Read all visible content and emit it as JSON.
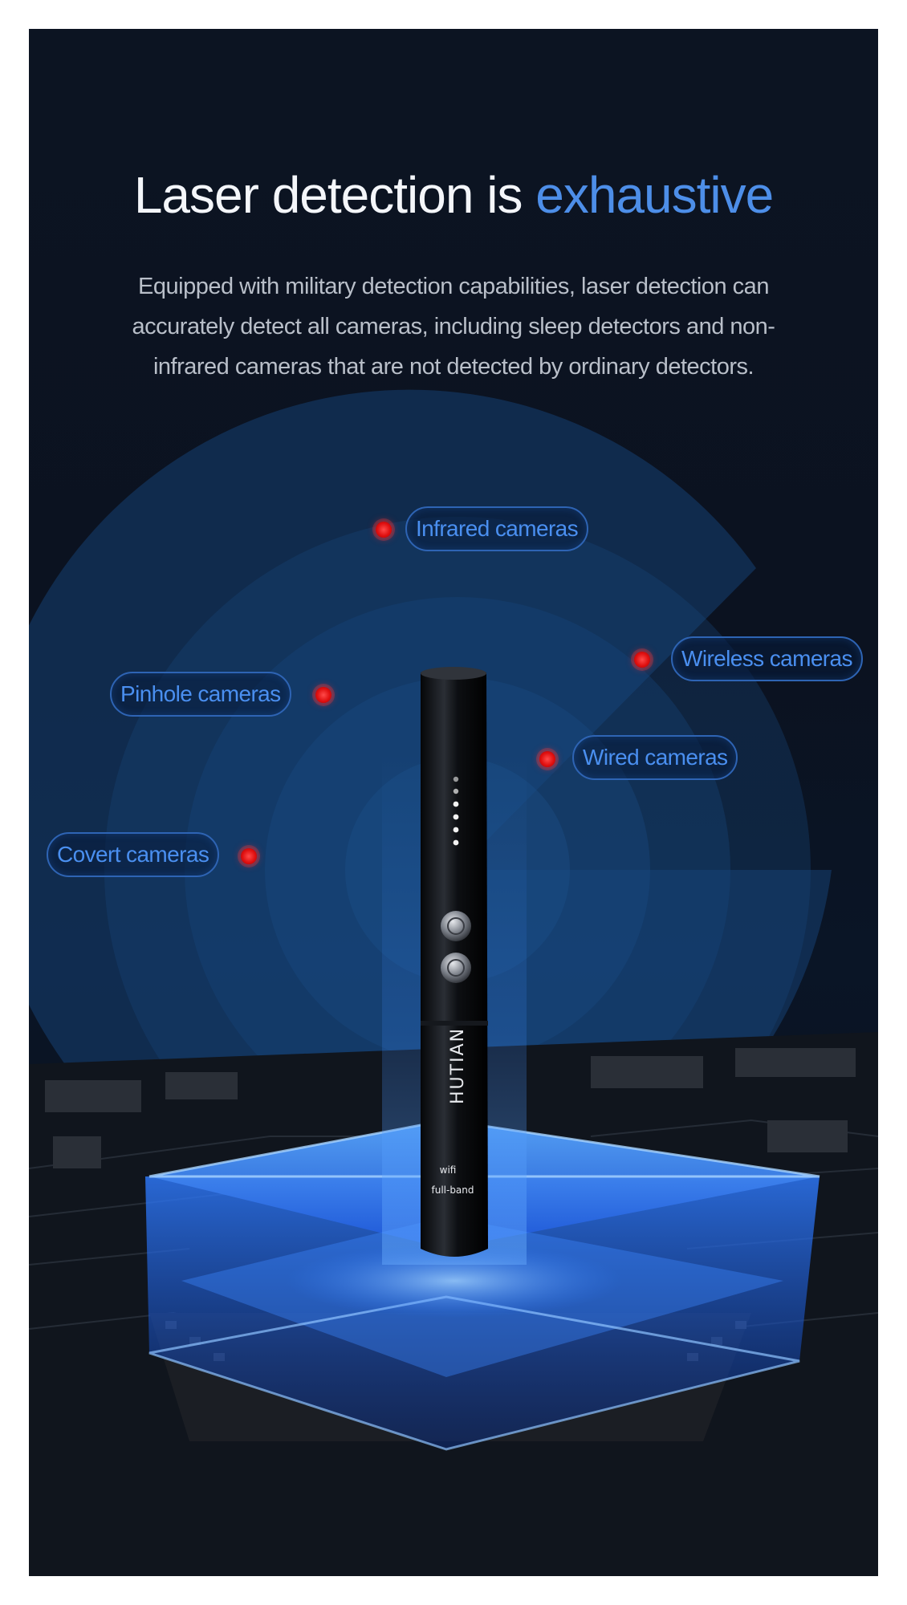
{
  "headline": {
    "main": "Laser detection is",
    "accent": "exhaustive"
  },
  "description": "Equipped with military detection capabilities, laser detection can accurately detect all cameras, including sleep detectors and non-infrared cameras that are not detected by ordinary detectors.",
  "camera_labels": {
    "infrared": "Infrared cameras",
    "wireless": "Wireless cameras",
    "pinhole": "Pinhole cameras",
    "wired": "Wired cameras",
    "covert": "Covert cameras"
  },
  "device": {
    "brand": "HUTIAN",
    "wifi_text": "wifi",
    "band_text": "full-band"
  },
  "colors": {
    "background": "#0b1220",
    "accent_blue": "#4d8ee8",
    "label_text": "#4a8ff0",
    "indicator_red": "#e01010",
    "platform_glow": "#2f7bff"
  }
}
